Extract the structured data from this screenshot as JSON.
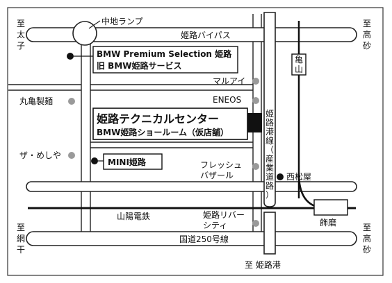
{
  "map": {
    "directions": {
      "top_left": [
        "至",
        "太",
        "子"
      ],
      "top_right": [
        "至",
        "高",
        "砂"
      ],
      "bottom_left": [
        "至",
        "網",
        "干"
      ],
      "bottom_right": [
        "至",
        "高",
        "砂"
      ],
      "bottom_center": "至 姫路港"
    },
    "roads": {
      "bypass": "姫路バイパス",
      "route250": "国道250号線",
      "himeji_port_line": [
        "姫",
        "路",
        "港",
        "線",
        "（",
        "産",
        "業",
        "道",
        "路",
        "）"
      ]
    },
    "railways": {
      "sanyo": "山陽電鉄",
      "station_shikama": "飾磨",
      "station_kameyama": [
        "亀",
        "山"
      ],
      "station_nishimatsuya": "西松屋"
    },
    "intersection": "中地ランプ",
    "landmarks": {
      "maruai": "マルアイ",
      "eneos": "ENEOS",
      "marugame": "丸亀製麺",
      "zameshiya": "ザ・めしや",
      "fresh_bazaar": [
        "フレッシュ",
        "バザール"
      ],
      "himeji_river_city": [
        "姫路リバー",
        "シティ"
      ]
    },
    "dealers": {
      "bmw_premium": [
        "BMW Premium Selection 姫路",
        "旧 BMW姫路サービス"
      ],
      "technical_center": [
        "姫路テクニカルセンター",
        "BMW姫路ショールーム（仮店舗）"
      ],
      "mini": "MINI姫路"
    },
    "colors": {
      "ink": "#111111",
      "poi_gray": "#9a9a9a",
      "line": "#222222"
    }
  }
}
